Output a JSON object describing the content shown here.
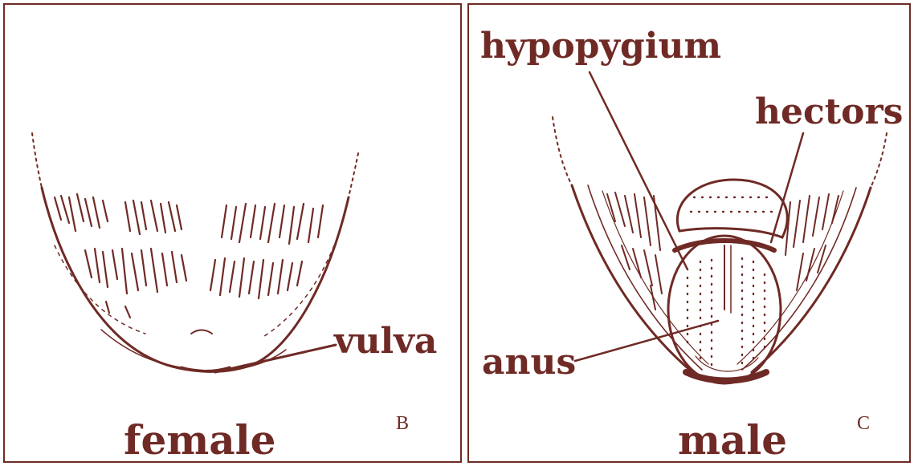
{
  "colors": {
    "ink": "#6f2a25",
    "background": "#ffffff"
  },
  "panel_b": {
    "letter": "B",
    "caption": "female",
    "labels": {
      "vulva": "vulva"
    }
  },
  "panel_c": {
    "letter": "C",
    "caption": "male",
    "labels": {
      "hypopygium": "hypopygium",
      "hectors": "hectors",
      "anus": "anus"
    }
  }
}
